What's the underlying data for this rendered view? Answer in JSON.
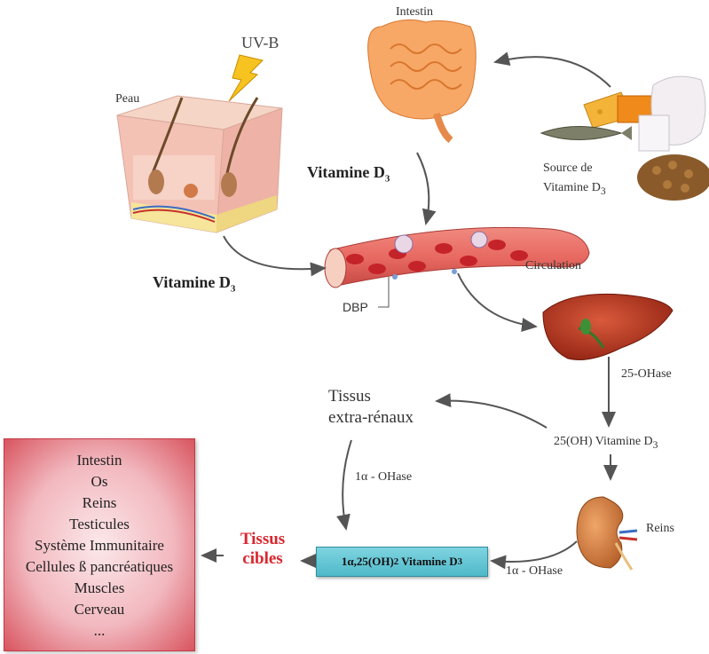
{
  "labels": {
    "uvb": "UV-B",
    "peau": "Peau",
    "intestin": "Intestin",
    "source_line1": "Source de",
    "source_line2": "Vitamine D",
    "source_sub": "3",
    "vitamine_d3_top": "Vitamine D",
    "vitamine_d3_left": "Vitamine D",
    "d3_sub": "3",
    "circulation": "Circulation",
    "dbp": "DBP",
    "ohase_25": "25-OHase",
    "vit_25oh": "25(OH) Vitamine D",
    "vit_25oh_sub": "3",
    "tissus_extra_line1": "Tissus",
    "tissus_extra_line2": "extra-rénaux",
    "ohase_1a_upper": "1α - OHase",
    "ohase_1a_lower": "1α - OHase",
    "reins": "Reins",
    "product": "1α,25(OH)",
    "product_sub2": "2",
    "product_rest": " Vitamine D",
    "product_sub3": "3",
    "tissus_cibles_line1": "Tissus",
    "tissus_cibles_line2": "cibles"
  },
  "target_tissues": [
    "Intestin",
    "Os",
    "Reins",
    "Testicules",
    "Système Immunitaire",
    "Cellules ß pancréatiques",
    "Muscles",
    "Cerveau",
    "..."
  ],
  "colors": {
    "arrow": "#555555",
    "tissus_cibles": "#d9262e",
    "target_box": "#e07a84",
    "product_box": "#5fc4d2"
  }
}
